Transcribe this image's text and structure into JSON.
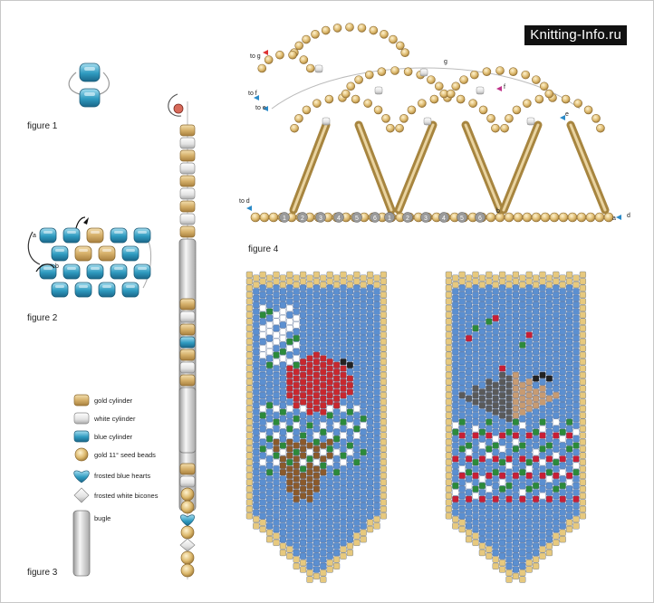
{
  "watermark": "Knitting-Info.ru",
  "figures": {
    "fig1": "figure 1",
    "fig2": "figure 2",
    "fig3": "figure 3",
    "fig4": "figure 4"
  },
  "legend": [
    {
      "text": "gold cylinder",
      "icon": "gold-cylinder-bead"
    },
    {
      "text": "white cylinder",
      "icon": "white-cylinder-bead"
    },
    {
      "text": "blue cylinder",
      "icon": "blue-cylinder-bead"
    },
    {
      "text": "gold 11° seed beads",
      "icon": "gold-seed-bead"
    },
    {
      "text": "frosted blue hearts",
      "icon": "blue-heart-bead"
    },
    {
      "text": "frosted white bicones",
      "icon": "white-bicone-bead"
    },
    {
      "text": "bugle",
      "icon": "bugle-bead"
    }
  ],
  "fig2_labels": {
    "a": "a",
    "b": "b"
  },
  "fig4_labels": {
    "to_g": "to g",
    "g": "g",
    "f": "f",
    "to_f": "to f",
    "to_e": "to e",
    "e": "e",
    "to_d": "to d",
    "d": "d",
    "a": "a",
    "b": "b",
    "counts": [
      "6",
      "5",
      "4",
      "3",
      "2",
      "1"
    ]
  },
  "colors": {
    "background": "#ffffff",
    "gold": "#d7b77a",
    "white_bead": "#e8e8e8",
    "blue_bead": "#2f9bc0",
    "panel_blue": "#5b8fd0",
    "panel_border": "#e7c97e",
    "cardinal_red": "#c8282e",
    "leaf_green": "#2c8a3a",
    "berry_red": "#c81f35",
    "brown": "#8b5a2b",
    "gray_bird": "#5a5a5a",
    "tan": "#c79b72"
  }
}
